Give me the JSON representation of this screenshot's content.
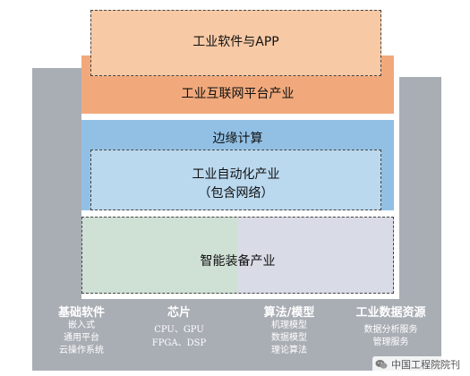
{
  "layers": {
    "software": "工业软件与APP",
    "platform": "工业互联网平台产业",
    "edge": "边缘计算",
    "automation_line1": "工业自动化产业",
    "automation_line2": "（包含网络）",
    "equipment": "智能装备产业"
  },
  "foundation": {
    "columns": [
      {
        "title": "基础软件",
        "items": [
          "嵌入式",
          "通用平台",
          "云操作系统"
        ]
      },
      {
        "title": "芯片",
        "items": [
          "CPU、GPU",
          "FPGA、DSP"
        ]
      },
      {
        "title": "算法/模型",
        "items": [
          "机理模型",
          "数据模型",
          "理论算法"
        ]
      },
      {
        "title": "工业数据资源",
        "items": [
          "数据分析服务",
          "管理服务"
        ]
      }
    ]
  },
  "watermark": "中国工程院院刊",
  "colors": {
    "base_grey": "#a9adb4",
    "orange_band": "#f1a97c",
    "orange_box": "#f7c9a5",
    "blue_band": "#92c0e4",
    "blue_box": "#bad8ee",
    "equip_left": "#cfe0d4",
    "equip_right": "#d9dbe6"
  },
  "icons": [
    "wechat-icon"
  ]
}
